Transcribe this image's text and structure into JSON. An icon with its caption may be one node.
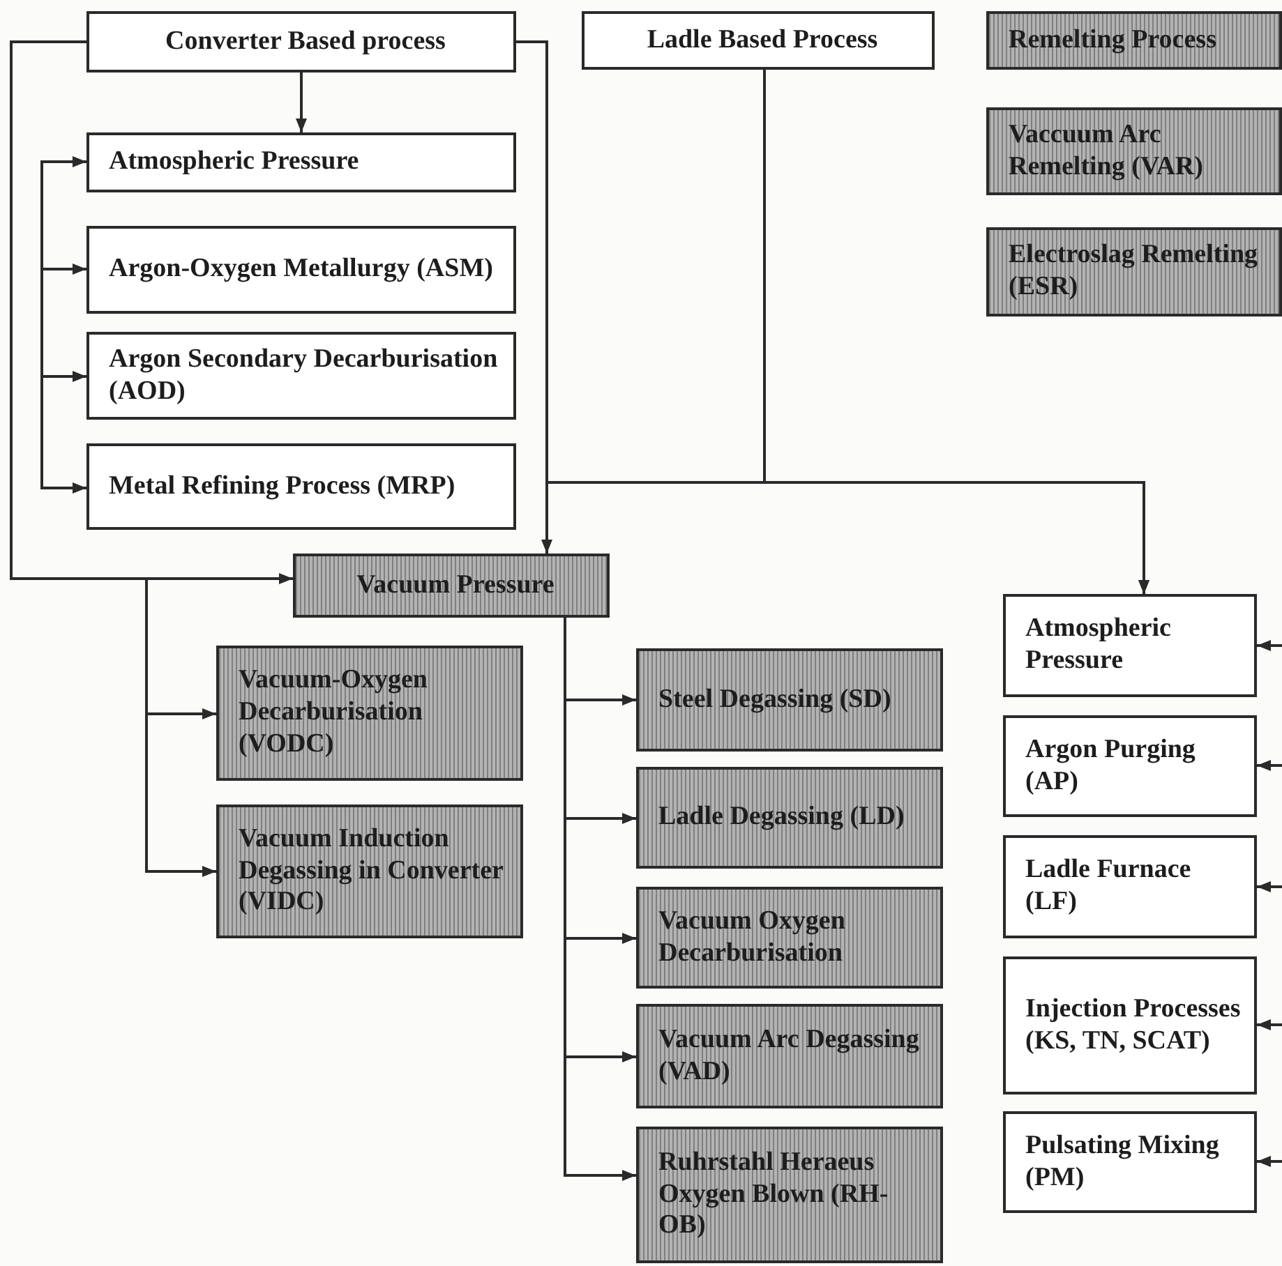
{
  "diagram": {
    "nodes": [
      {
        "text": [
          "Converter Based process"
        ]
      },
      {
        "text": [
          "Ladle Based Process"
        ]
      },
      {
        "text": [
          "Remelting Process"
        ]
      },
      {
        "text": [
          "Vaccuum Arc Remelting (VAR)"
        ]
      },
      {
        "text": [
          "Electroslag Remelting (ESR)"
        ]
      },
      {
        "text": [
          "Atmospheric Pressure"
        ]
      },
      {
        "text": [
          "Argon-Oxygen Metallurgy (ASM)"
        ]
      },
      {
        "text": [
          "Argon Secondary Decarburisation (AOD)"
        ]
      },
      {
        "text": [
          "Metal Refining Process (MRP)"
        ]
      },
      {
        "text": [
          "Vacuum Pressure"
        ]
      },
      {
        "text": [
          "Vacuum-Oxygen Decarburisation (VODC)"
        ]
      },
      {
        "text": [
          "Vacuum Induction Degassing in Converter (VIDC)"
        ]
      },
      {
        "text": [
          "Steel Degassing (SD)"
        ]
      },
      {
        "text": [
          "Ladle Degassing (LD)"
        ]
      },
      {
        "text": [
          "Vacuum Oxygen Decarburisation"
        ]
      },
      {
        "text": [
          "Vacuum Arc Degassing (VAD)"
        ]
      },
      {
        "text": [
          "Ruhrstahl Heraeus Oxygen Blown (RH-OB)"
        ]
      },
      {
        "text": [
          "Atmospheric Pressure"
        ]
      },
      {
        "text": [
          "Argon Purging (AP)"
        ]
      },
      {
        "text": [
          "Ladle Furnace (LF)"
        ]
      },
      {
        "text": [
          "Injection Processes (KS, TN, SCAT)"
        ]
      },
      {
        "text": [
          "Pulsating Mixing (PM)"
        ]
      }
    ],
    "edges": [
      {
        "from": 0,
        "to": 5,
        "arrow": "to"
      },
      {
        "from": 0,
        "to": 9,
        "arrow": "to"
      },
      {
        "from": 0,
        "to": 10,
        "arrow": "to"
      },
      {
        "from": 0,
        "to": 11,
        "arrow": "to"
      },
      {
        "from": 0,
        "to": 9,
        "arrow": "to"
      },
      {
        "from": 0,
        "to": 17,
        "arrow": "to"
      },
      {
        "from": 1,
        "to": 17,
        "arrow": "to"
      },
      {
        "from": null,
        "to": 5,
        "arrow": "to"
      },
      {
        "from": null,
        "to": 6,
        "arrow": "to"
      },
      {
        "from": null,
        "to": 7,
        "arrow": "to"
      },
      {
        "from": null,
        "to": 8,
        "arrow": "to"
      },
      {
        "from": 9,
        "to": 12,
        "arrow": "to"
      },
      {
        "from": 9,
        "to": 13,
        "arrow": "to"
      },
      {
        "from": 9,
        "to": 14,
        "arrow": "to"
      },
      {
        "from": 9,
        "to": 15,
        "arrow": "to"
      },
      {
        "from": 9,
        "to": 16,
        "arrow": "to"
      },
      {
        "from": null,
        "to": 17,
        "arrow": "to"
      },
      {
        "from": null,
        "to": 18,
        "arrow": "to"
      },
      {
        "from": null,
        "to": 19,
        "arrow": "to"
      },
      {
        "from": null,
        "to": 20,
        "arrow": "to"
      },
      {
        "from": null,
        "to": 21,
        "arrow": "to"
      }
    ]
  }
}
